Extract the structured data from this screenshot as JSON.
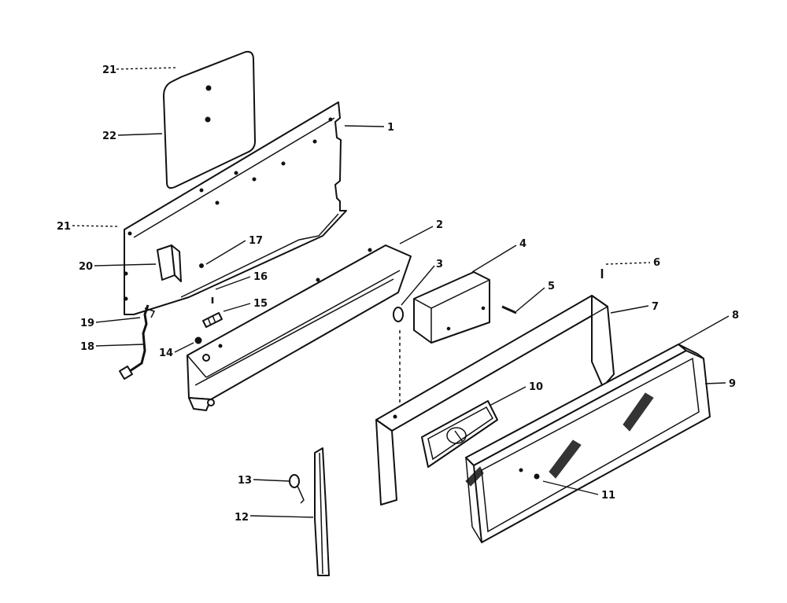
{
  "callouts": [
    {
      "id": "c21a",
      "text": "21"
    },
    {
      "id": "c22",
      "text": "22"
    },
    {
      "id": "c1",
      "text": "1"
    },
    {
      "id": "c21b",
      "text": "21"
    },
    {
      "id": "c20",
      "text": "20"
    },
    {
      "id": "c17",
      "text": "17"
    },
    {
      "id": "c16",
      "text": "16"
    },
    {
      "id": "c15",
      "text": "15"
    },
    {
      "id": "c19",
      "text": "19"
    },
    {
      "id": "c18",
      "text": "18"
    },
    {
      "id": "c14",
      "text": "14"
    },
    {
      "id": "c2",
      "text": "2"
    },
    {
      "id": "c3",
      "text": "3"
    },
    {
      "id": "c4",
      "text": "4"
    },
    {
      "id": "c5",
      "text": "5"
    },
    {
      "id": "c6",
      "text": "6"
    },
    {
      "id": "c7",
      "text": "7"
    },
    {
      "id": "c8",
      "text": "8"
    },
    {
      "id": "c9",
      "text": "9"
    },
    {
      "id": "c10",
      "text": "10"
    },
    {
      "id": "c11",
      "text": "11"
    },
    {
      "id": "c13",
      "text": "13"
    },
    {
      "id": "c12",
      "text": "12"
    }
  ]
}
